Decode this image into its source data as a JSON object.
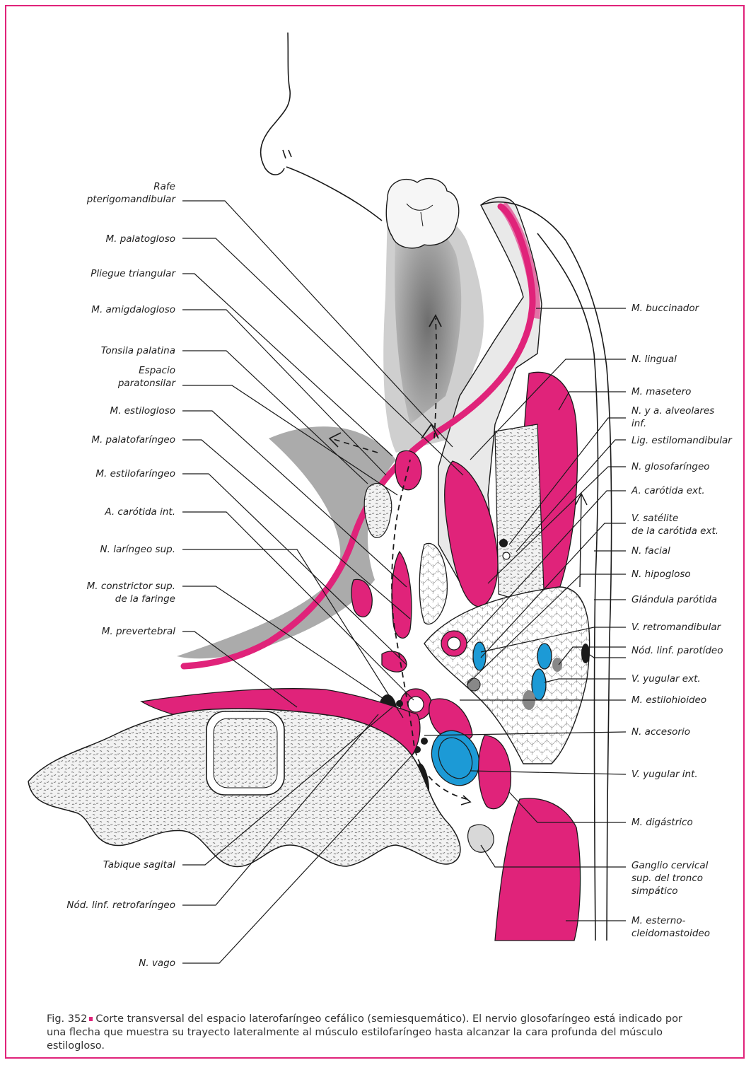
{
  "figure": {
    "labels_left": [
      {
        "id": "rafe",
        "lines": [
          "Rafe",
          "pterigomandibular"
        ]
      },
      {
        "id": "palatogloso",
        "lines": [
          "M. palatogloso"
        ]
      },
      {
        "id": "pliegue",
        "lines": [
          "Pliegue triangular"
        ]
      },
      {
        "id": "amigdalogloso",
        "lines": [
          "M. amigdalogloso"
        ]
      },
      {
        "id": "tonsila",
        "lines": [
          "Tonsila palatina"
        ]
      },
      {
        "id": "paratonsilar",
        "lines": [
          "Espacio",
          "paratonsilar"
        ]
      },
      {
        "id": "estilogloso",
        "lines": [
          "M. estilogloso"
        ]
      },
      {
        "id": "palatofaringeo",
        "lines": [
          "M. palatofaríngeo"
        ]
      },
      {
        "id": "estilofaringeo",
        "lines": [
          "M. estilofaríngeo"
        ]
      },
      {
        "id": "carotida_int",
        "lines": [
          "A. carótida int."
        ]
      },
      {
        "id": "laringeo",
        "lines": [
          "N. laríngeo sup."
        ]
      },
      {
        "id": "constrictor",
        "lines": [
          "M. constrictor sup.",
          "de la faringe"
        ]
      },
      {
        "id": "prevertebral",
        "lines": [
          "M. prevertebral"
        ]
      },
      {
        "id": "tabique",
        "lines": [
          "Tabique sagital"
        ]
      },
      {
        "id": "nod_retro",
        "lines": [
          "Nód. linf. retrofaríngeo"
        ]
      },
      {
        "id": "vago",
        "lines": [
          "N. vago"
        ]
      }
    ],
    "labels_right": [
      {
        "id": "buccinador",
        "lines": [
          "M. buccinador"
        ]
      },
      {
        "id": "lingual",
        "lines": [
          "N. lingual"
        ]
      },
      {
        "id": "masetero",
        "lines": [
          "M. masetero"
        ]
      },
      {
        "id": "alveolares",
        "lines": [
          "N. y a. alveolares",
          "inf."
        ]
      },
      {
        "id": "lig_estilo",
        "lines": [
          "Lig. estilomandibular"
        ]
      },
      {
        "id": "glosofaringeo",
        "lines": [
          "N. glosofaríngeo"
        ]
      },
      {
        "id": "carotida_ext",
        "lines": [
          "A. carótida ext."
        ]
      },
      {
        "id": "v_satelite",
        "lines": [
          "V. satélite",
          "de la carótida ext."
        ]
      },
      {
        "id": "facial",
        "lines": [
          "N. facial"
        ]
      },
      {
        "id": "hipogloso",
        "lines": [
          "N. hipogloso"
        ]
      },
      {
        "id": "parotida",
        "lines": [
          "Glándula parótida"
        ]
      },
      {
        "id": "retromandibular",
        "lines": [
          "V. retromandibular"
        ]
      },
      {
        "id": "nod_parotideo",
        "lines": [
          "Nód. linf. parotídeo"
        ]
      },
      {
        "id": "yugular_ext",
        "lines": [
          "V. yugular ext."
        ]
      },
      {
        "id": "estilohioideo",
        "lines": [
          "M. estilohioideo"
        ]
      },
      {
        "id": "accesorio",
        "lines": [
          "N. accesorio"
        ]
      },
      {
        "id": "yugular_int",
        "lines": [
          "V. yugular int."
        ]
      },
      {
        "id": "digastrico",
        "lines": [
          "M. digástrico"
        ]
      },
      {
        "id": "ganglio",
        "lines": [
          "Ganglio cervical",
          "sup. del tronco",
          "simpático"
        ]
      },
      {
        "id": "esterno",
        "lines": [
          "M. esterno-",
          "cleidomastoideo"
        ]
      }
    ],
    "colors": {
      "muscle": "#e0237a",
      "vein": "#1c9ad6",
      "border": "#e0237a"
    }
  },
  "caption": {
    "figure_number": "Fig. 352",
    "text": "Corte transversal del espacio laterofaríngeo cefálico (semiesquemático). El nervio glosofaríngeo está indicado por una flecha que muestra su trayecto lateralmente al músculo estilofaríngeo hasta alcanzar la cara profunda del músculo estilogloso."
  }
}
